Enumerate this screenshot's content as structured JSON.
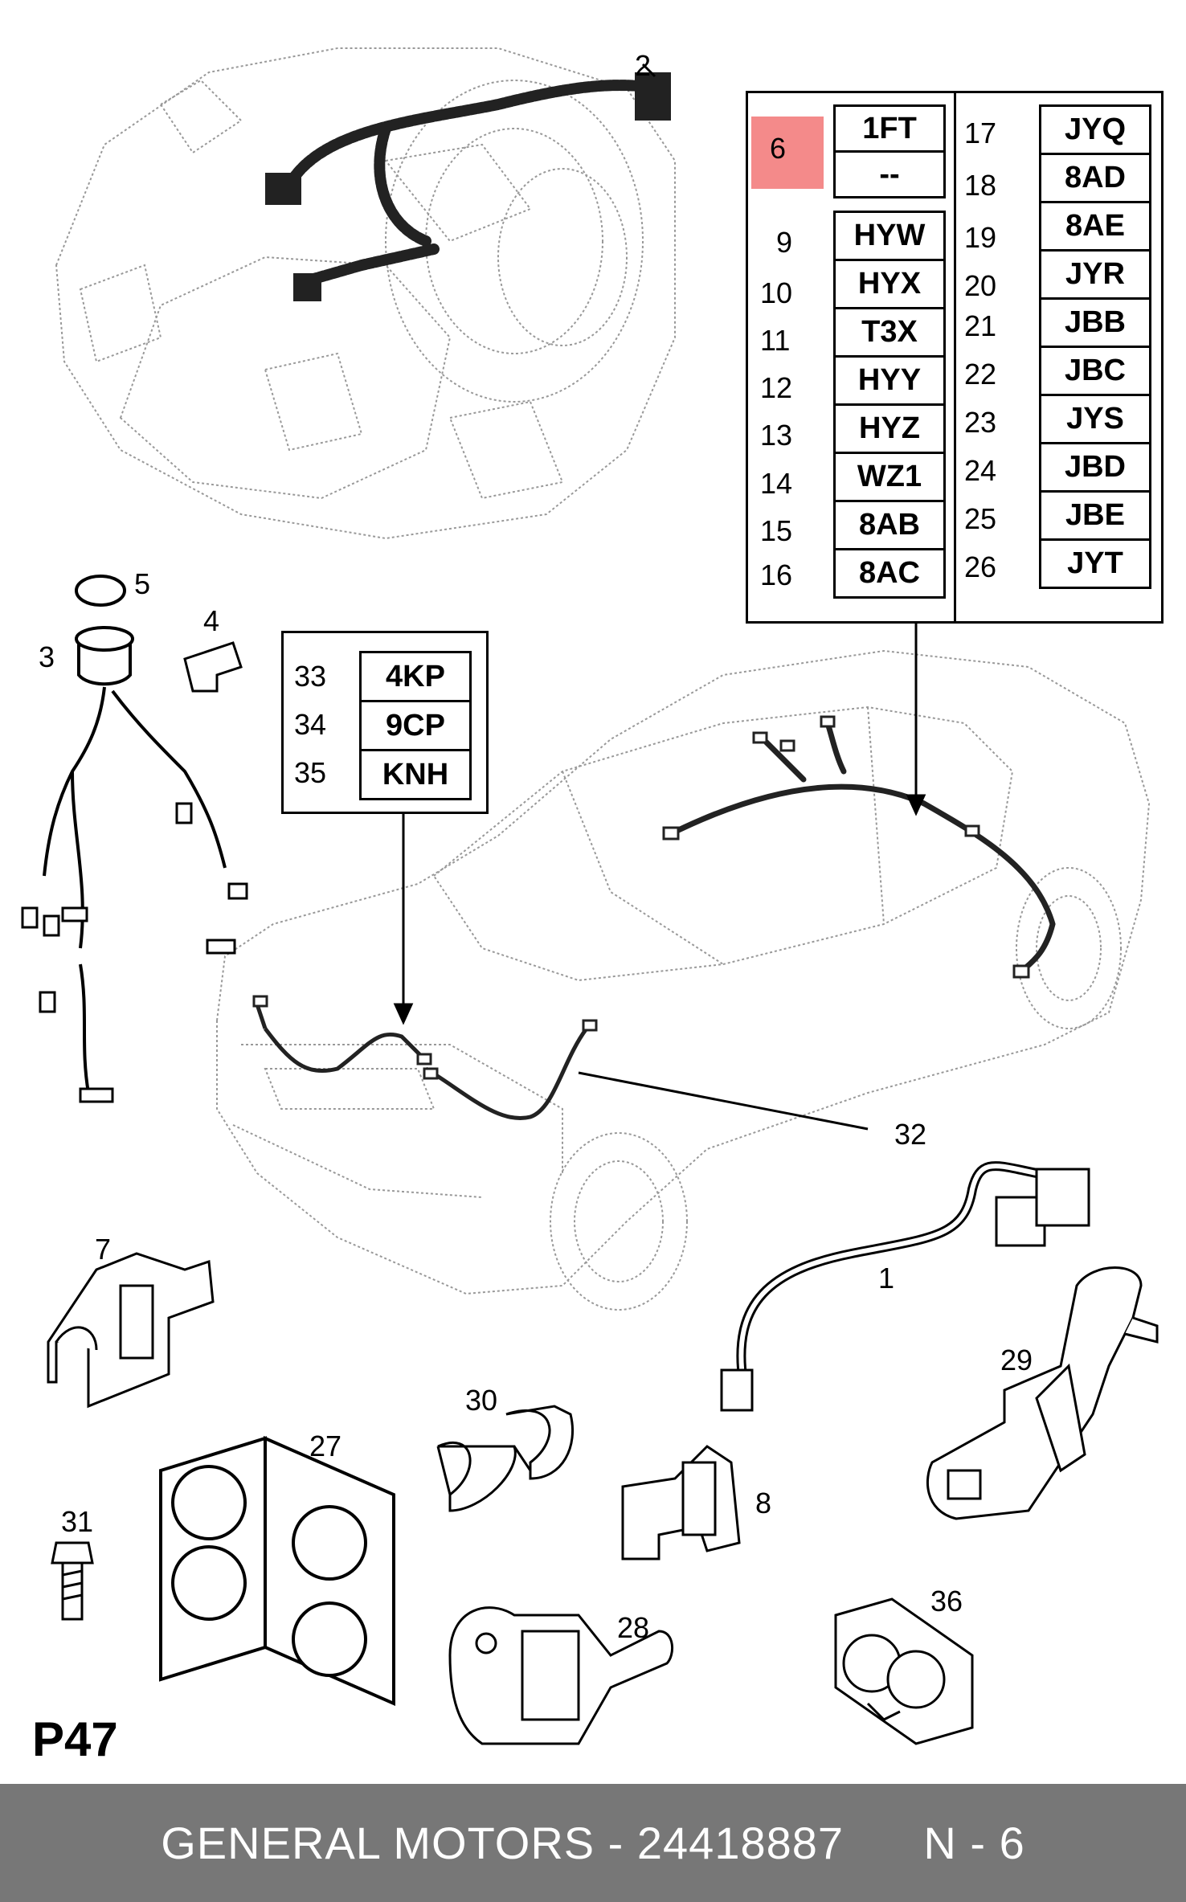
{
  "table_main": {
    "highlight_color": "#f48a8a",
    "left_rows": [
      {
        "num": "6",
        "codes": [
          "1FT",
          "--"
        ]
      },
      {
        "num": "9",
        "code": "HYW"
      },
      {
        "num": "10",
        "code": "HYX"
      },
      {
        "num": "11",
        "code": "T3X"
      },
      {
        "num": "12",
        "code": "HYY"
      },
      {
        "num": "13",
        "code": "HYZ"
      },
      {
        "num": "14",
        "code": "WZ1"
      },
      {
        "num": "15",
        "code": "8AB"
      },
      {
        "num": "16",
        "code": "8AC"
      }
    ],
    "right_rows": [
      {
        "num": "17",
        "code": "JYQ"
      },
      {
        "num": "18",
        "code": "8AD"
      },
      {
        "num": "19",
        "code": "8AE"
      },
      {
        "num": "20",
        "code": "JYR"
      },
      {
        "num": "21",
        "code": "JBB"
      },
      {
        "num": "22",
        "code": "JBC"
      },
      {
        "num": "23",
        "code": "JYS"
      },
      {
        "num": "24",
        "code": "JBD"
      },
      {
        "num": "25",
        "code": "JBE"
      },
      {
        "num": "26",
        "code": "JYT"
      }
    ]
  },
  "table_small": {
    "rows": [
      {
        "num": "33",
        "code": "4KP"
      },
      {
        "num": "34",
        "code": "9CP"
      },
      {
        "num": "35",
        "code": "KNH"
      }
    ]
  },
  "callouts": {
    "c1": "1",
    "c2": "2",
    "c3": "3",
    "c4": "4",
    "c5": "5",
    "c7": "7",
    "c8": "8",
    "c27": "27",
    "c28": "28",
    "c29": "29",
    "c30": "30",
    "c31": "31",
    "c32": "32",
    "c36": "36"
  },
  "page_code": "P47",
  "footer": {
    "text": "GENERAL MOTORS - 24418887      N - 6",
    "bg_color": "#777777"
  }
}
